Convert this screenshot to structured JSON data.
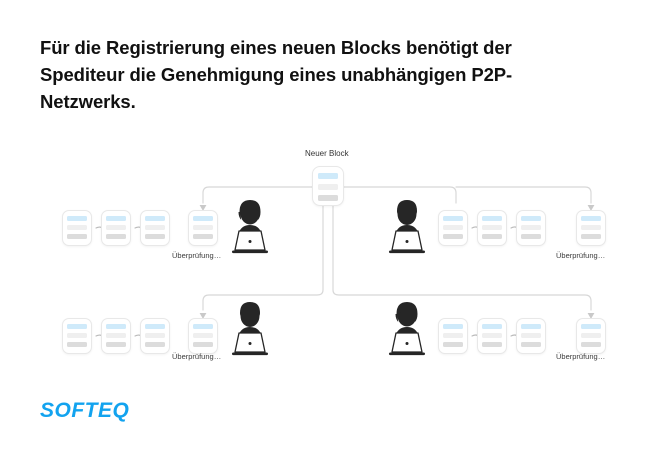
{
  "title": "Für die Registrierung eines neuen Blocks benötigt der Spediteur die Genehmigung eines unabhängigen P2P-Netzwerks.",
  "logo": "SOFTEQ",
  "colors": {
    "brand_blue": "#12a3ef",
    "card_bar_blue": "#cfeafa",
    "card_bar_gray_light": "#efefef",
    "card_bar_gray_dark": "#dcdcdc",
    "card_border": "#e8e8e8",
    "wire": "#d8d8d8",
    "person_fill": "#262626",
    "title_text": "#111111",
    "label_text": "#3b3b3b",
    "background": "#ffffff"
  },
  "diagram": {
    "type": "tree",
    "root": {
      "label": "Neuer Block",
      "icon": "document-block-icon"
    },
    "branches": [
      {
        "id": "top-left",
        "position": "top-left",
        "orientation": "chain-then-verifier",
        "chain_length": 3,
        "pending_block_label": "Überprüfung…",
        "actor_icon": "person-at-laptop-icon",
        "actor_hair": "long"
      },
      {
        "id": "top-right",
        "position": "top-right",
        "orientation": "verifier-then-chain",
        "chain_length": 3,
        "pending_block_label": "Überprüfung…",
        "actor_icon": "person-at-laptop-icon",
        "actor_hair": "short"
      },
      {
        "id": "bottom-left",
        "position": "bottom-left",
        "orientation": "chain-then-verifier",
        "chain_length": 3,
        "pending_block_label": "Überprüfung…",
        "actor_icon": "person-at-laptop-icon",
        "actor_hair": "short"
      },
      {
        "id": "bottom-right",
        "position": "bottom-right",
        "orientation": "verifier-then-chain",
        "chain_length": 3,
        "pending_block_label": "Überprüfung…",
        "actor_icon": "person-at-laptop-icon",
        "actor_hair": "long"
      }
    ]
  }
}
